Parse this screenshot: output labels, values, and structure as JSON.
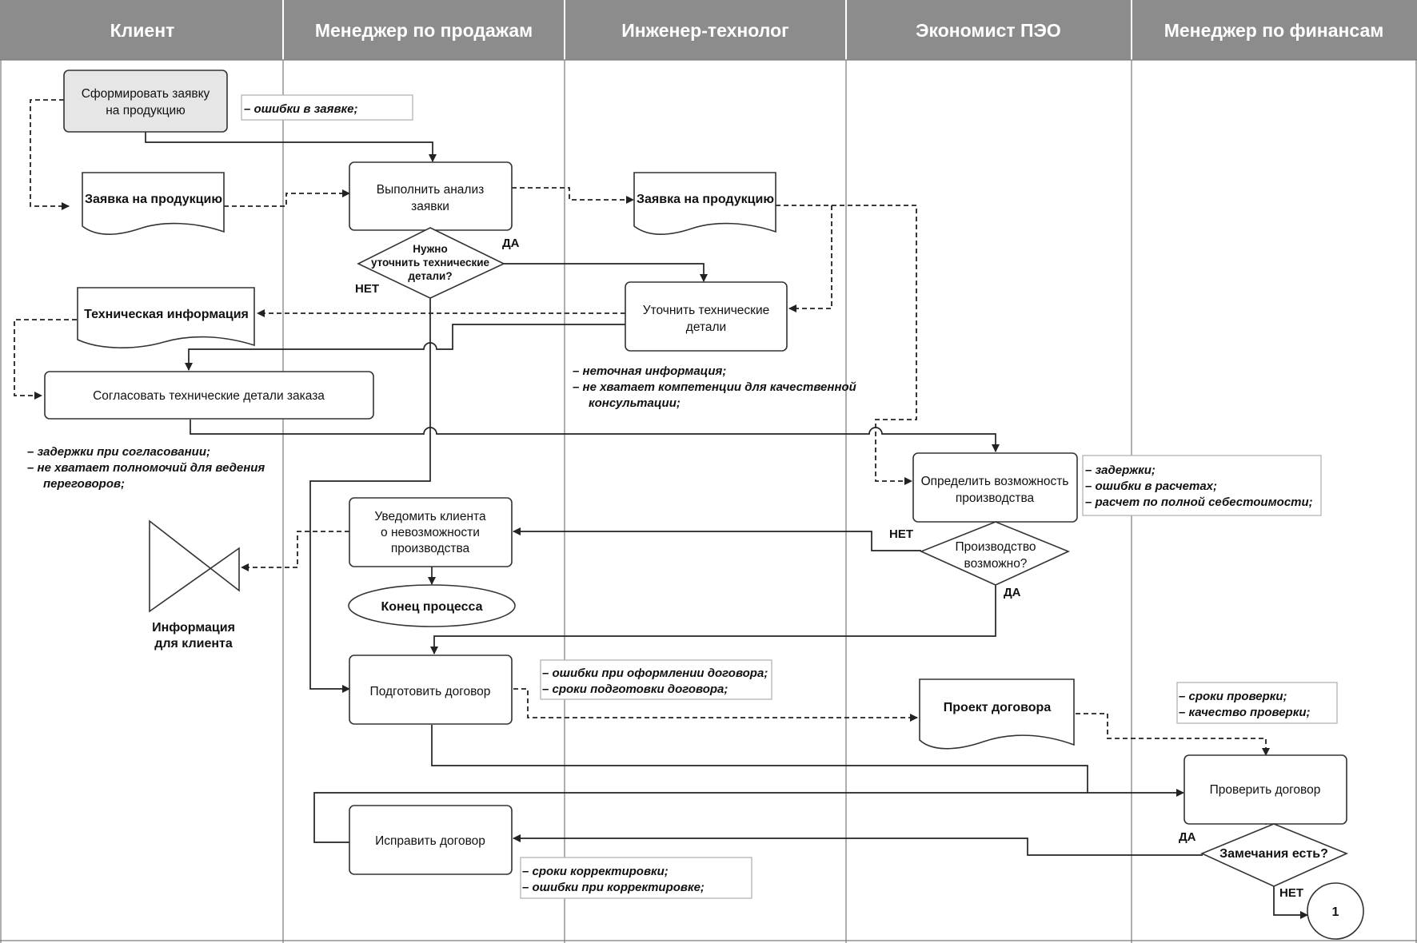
{
  "lanes": [
    "Клиент",
    "Менеджер по продажам",
    "Инженер-технолог",
    "Экономист ПЭО",
    "Менеджер по финансам"
  ],
  "processes": {
    "form_request": [
      "Сформировать заявку",
      "на продукцию"
    ],
    "analyze_request": [
      "Выполнить анализ",
      "заявки"
    ],
    "clarify_tech": [
      "Уточнить технические",
      "детали"
    ],
    "agree_tech": [
      "Согласовать технические детали заказа"
    ],
    "determine_possibility": [
      "Определить возможность",
      "производства"
    ],
    "notify_client": [
      "Уведомить клиента",
      "о невозможности",
      "производства"
    ],
    "prepare_contract": [
      "Подготовить договор"
    ],
    "check_contract": [
      "Проверить договор"
    ],
    "fix_contract": [
      "Исправить договор"
    ]
  },
  "documents": {
    "request_client": "Заявка на продукцию",
    "request_engineer": "Заявка на продукцию",
    "tech_info": "Техническая информация",
    "draft_contract": "Проект договора"
  },
  "decisions": {
    "need_clarify": [
      "Нужно",
      "уточнить технические",
      "детали?"
    ],
    "production_possible": [
      "Производство",
      "возможно?"
    ],
    "remarks": [
      "Замечания есть?"
    ]
  },
  "terminator": "Конец процесса",
  "connector": "1",
  "info_client": [
    "Информация",
    "для клиента"
  ],
  "answers": {
    "yes": "ДА",
    "no": "НЕТ"
  },
  "notes": {
    "request_errors": [
      "– ошибки в заявке;"
    ],
    "engineer": [
      "– неточная информация;",
      "– не хватает компетенции для качественной",
      "консультации;"
    ],
    "client_agree": [
      "– задержки при согласовании;",
      "– не хватает полномочий для ведения",
      "переговоров;"
    ],
    "economist": [
      "– задержки;",
      "– ошибки в расчетах;",
      "– расчет по полной себестоимости;"
    ],
    "contract_prep": [
      "– ошибки при оформлении договора;",
      "– сроки подготовки договора;"
    ],
    "check": [
      "– сроки проверки;",
      "– качество проверки;"
    ],
    "fix": [
      "– сроки корректировки;",
      "– ошибки при корректировке;"
    ]
  }
}
